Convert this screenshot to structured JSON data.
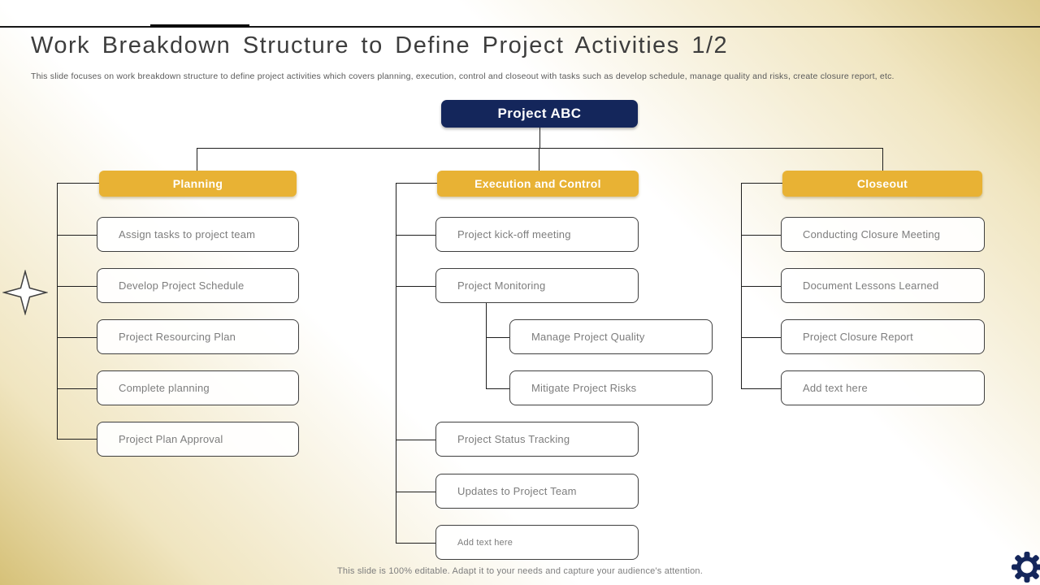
{
  "header": {
    "title": "Work Breakdown Structure to Define Project Activities 1/2",
    "subtitle": "This slide focuses on work breakdown structure to define project activities which covers planning, execution, control and closeout with tasks such as develop schedule, manage quality and risks, create closure report, etc."
  },
  "diagram": {
    "root_label": "Project ABC",
    "columns": [
      {
        "header": "Planning",
        "tasks": [
          "Assign tasks to project team",
          "Develop Project Schedule",
          "Project Resourcing Plan",
          "Complete planning",
          "Project Plan Approval"
        ]
      },
      {
        "header": "Execution and Control",
        "tasks": [
          "Project kick-off meeting",
          "Project Monitoring",
          "Project Status Tracking",
          "Updates to Project Team",
          "Add text here"
        ],
        "subtasks": [
          "Manage Project Quality",
          "Mitigate Project Risks"
        ]
      },
      {
        "header": "Closeout",
        "tasks": [
          "Conducting Closure Meeting",
          "Document Lessons Learned",
          "Project Closure Report",
          "Add text here"
        ]
      }
    ]
  },
  "footer": {
    "note": "This slide is 100% editable. Adapt it to your needs and capture your audience's attention."
  },
  "colors": {
    "root_navy": "#14265b",
    "header_gold": "#e8b234",
    "connector_line": "#1f1f1f",
    "task_text_gray": "#7d7d7d",
    "background_tan": "#ddcb8d"
  },
  "icons": {
    "gear": "gear-icon",
    "star": "four-point-star-icon"
  }
}
